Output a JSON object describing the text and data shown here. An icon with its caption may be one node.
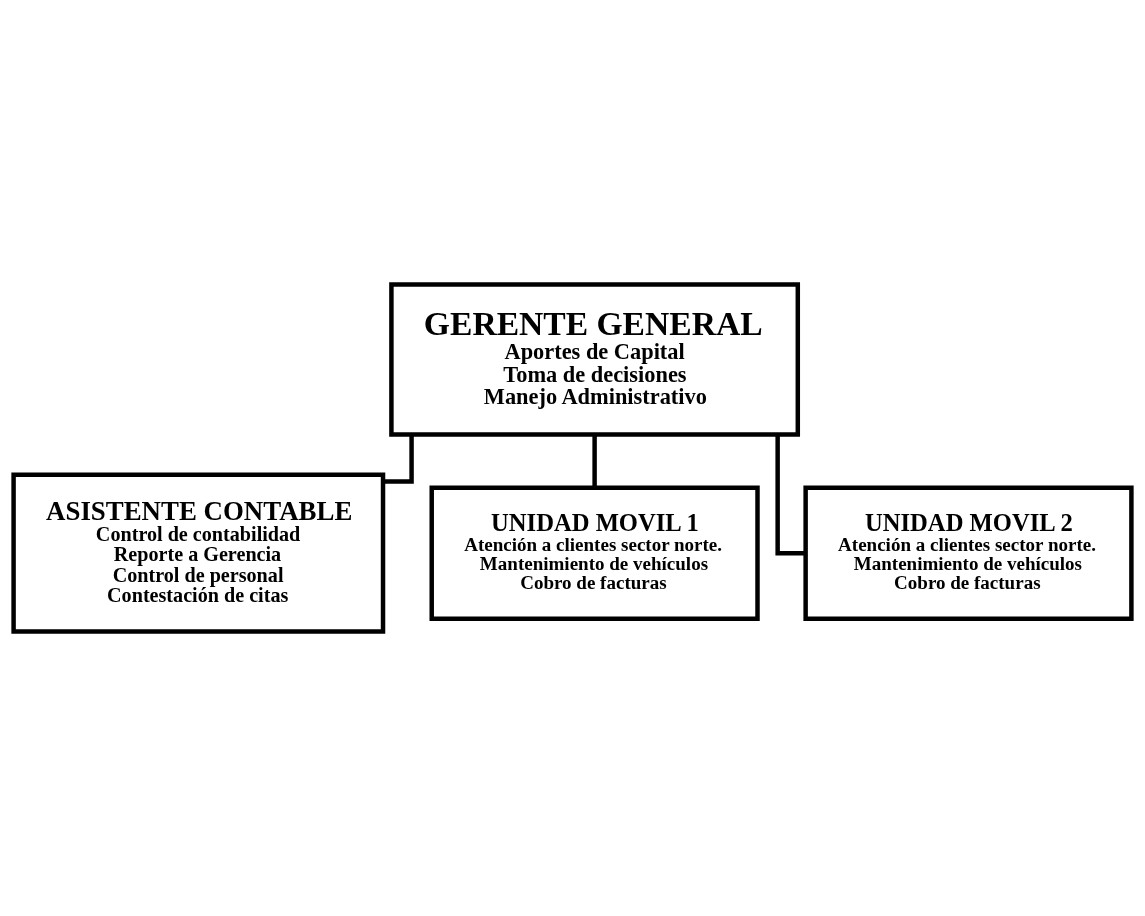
{
  "diagram": {
    "nodes": [
      {
        "text": [
          "GERENTE GENERAL",
          "Aportes de Capital",
          "Toma de decisiones",
          "Manejo Administrativo"
        ]
      },
      {
        "text": [
          "ASISTENTE CONTABLE",
          "Control de contabilidad",
          "Reporte a Gerencia",
          "Control de personal",
          "Contestación de citas"
        ]
      },
      {
        "text": [
          "UNIDAD MOVIL 1",
          "Atención a clientes sector norte.",
          "Mantenimiento de vehículos",
          "Cobro de facturas"
        ]
      },
      {
        "text": [
          "UNIDAD MOVIL 2",
          "Atención a clientes sector norte.",
          "Mantenimiento de vehículos",
          "Cobro de facturas"
        ]
      }
    ],
    "edges": [
      {
        "from": 0,
        "to": 1,
        "arrow": "none"
      },
      {
        "from": 0,
        "to": 2,
        "arrow": "none"
      },
      {
        "from": 0,
        "to": 3,
        "arrow": "none"
      }
    ]
  }
}
